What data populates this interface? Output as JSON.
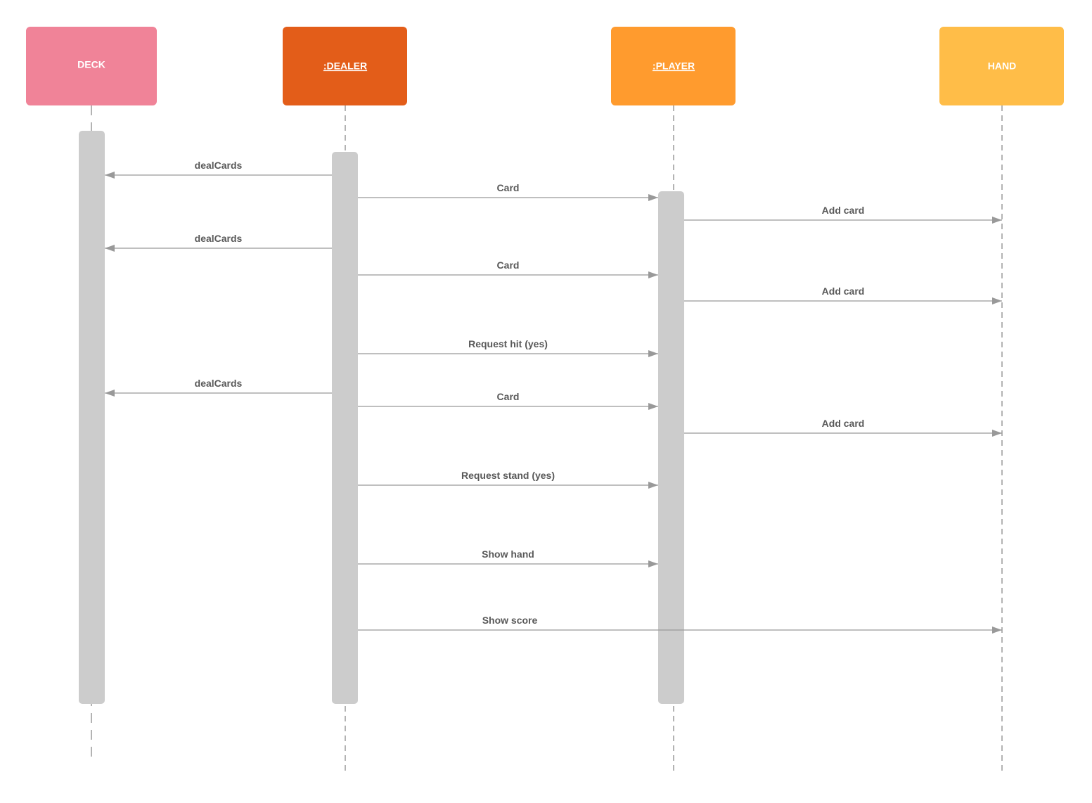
{
  "colors": {
    "lifeline": "#9a9a9a",
    "activation": "#cccccc",
    "message": "#999999",
    "label": "#595959",
    "actor_text": "#ffffff"
  },
  "actors": [
    {
      "id": "deck",
      "label": "DECK",
      "color": "#f08398",
      "underline": false
    },
    {
      "id": "dealer",
      "label": ":DEALER",
      "color": "#e35d19",
      "underline": true
    },
    {
      "id": "player",
      "label": ":PLAYER",
      "color": "#ff9b2e",
      "underline": true
    },
    {
      "id": "hand",
      "label": "HAND",
      "color": "#ffbd48",
      "underline": false
    }
  ],
  "messages": [
    {
      "from": "dealer",
      "to": "deck",
      "label": "dealCards"
    },
    {
      "from": "dealer",
      "to": "player",
      "label": "Card"
    },
    {
      "from": "player",
      "to": "hand",
      "label": "Add card"
    },
    {
      "from": "dealer",
      "to": "deck",
      "label": "dealCards"
    },
    {
      "from": "dealer",
      "to": "player",
      "label": "Card"
    },
    {
      "from": "player",
      "to": "hand",
      "label": "Add card"
    },
    {
      "from": "dealer",
      "to": "player",
      "label": "Request hit (yes)"
    },
    {
      "from": "dealer",
      "to": "deck",
      "label": "dealCards"
    },
    {
      "from": "dealer",
      "to": "player",
      "label": "Card"
    },
    {
      "from": "player",
      "to": "hand",
      "label": "Add card"
    },
    {
      "from": "dealer",
      "to": "player",
      "label": "Request stand (yes)"
    },
    {
      "from": "dealer",
      "to": "player",
      "label": "Show hand"
    },
    {
      "from": "dealer",
      "to": "hand",
      "label": "Show score"
    }
  ]
}
